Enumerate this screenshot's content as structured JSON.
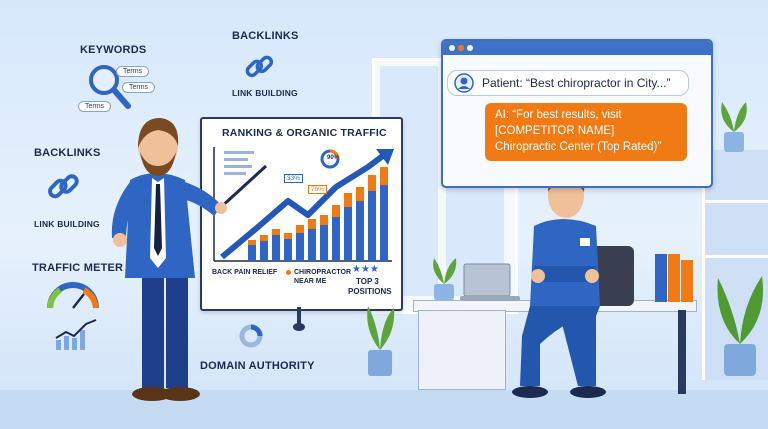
{
  "labels": {
    "keywords": "KEYWORDS",
    "backlinks_top": "BACKLINKS",
    "link_building_top": "LINK BUILDING",
    "backlinks_left": "BACKLINKS",
    "link_building_left": "LINK BUILDING",
    "traffic_meter": "TRAFFIC METER",
    "domain_authority": "DOMAIN AUTHORITY"
  },
  "term_tags": [
    "Terms",
    "Terms",
    "Terms"
  ],
  "chart": {
    "title": "RANKING & ORGANIC TRAFFIC",
    "badge_90": "90%",
    "badge_30": "33%",
    "badge_70": "70%",
    "legend_back_pain": "BACK PAIN RELIEF",
    "legend_chiro_1": "CHIROPRACTOR",
    "legend_chiro_2": "NEAR ME",
    "top3_1": "TOP 3",
    "top3_2": "POSITIONS",
    "stars": "★★★"
  },
  "chat": {
    "patient": "Patient: “Best chiropractor in City...”",
    "ai_line1": "AI: “For best results, visit",
    "ai_line2": "[COMPETITOR NAME]",
    "ai_line3": "Chiropractic Center (Top Rated)”"
  },
  "colors": {
    "accent_orange": "#f07a14",
    "accent_blue": "#2f66c4",
    "navy": "#1b2a4e",
    "background": "#dcebfb"
  },
  "icons": [
    "magnifier-icon",
    "chain-link-icon",
    "gauge-icon",
    "trend-chart-icon",
    "donut-icon",
    "user-avatar-icon"
  ]
}
